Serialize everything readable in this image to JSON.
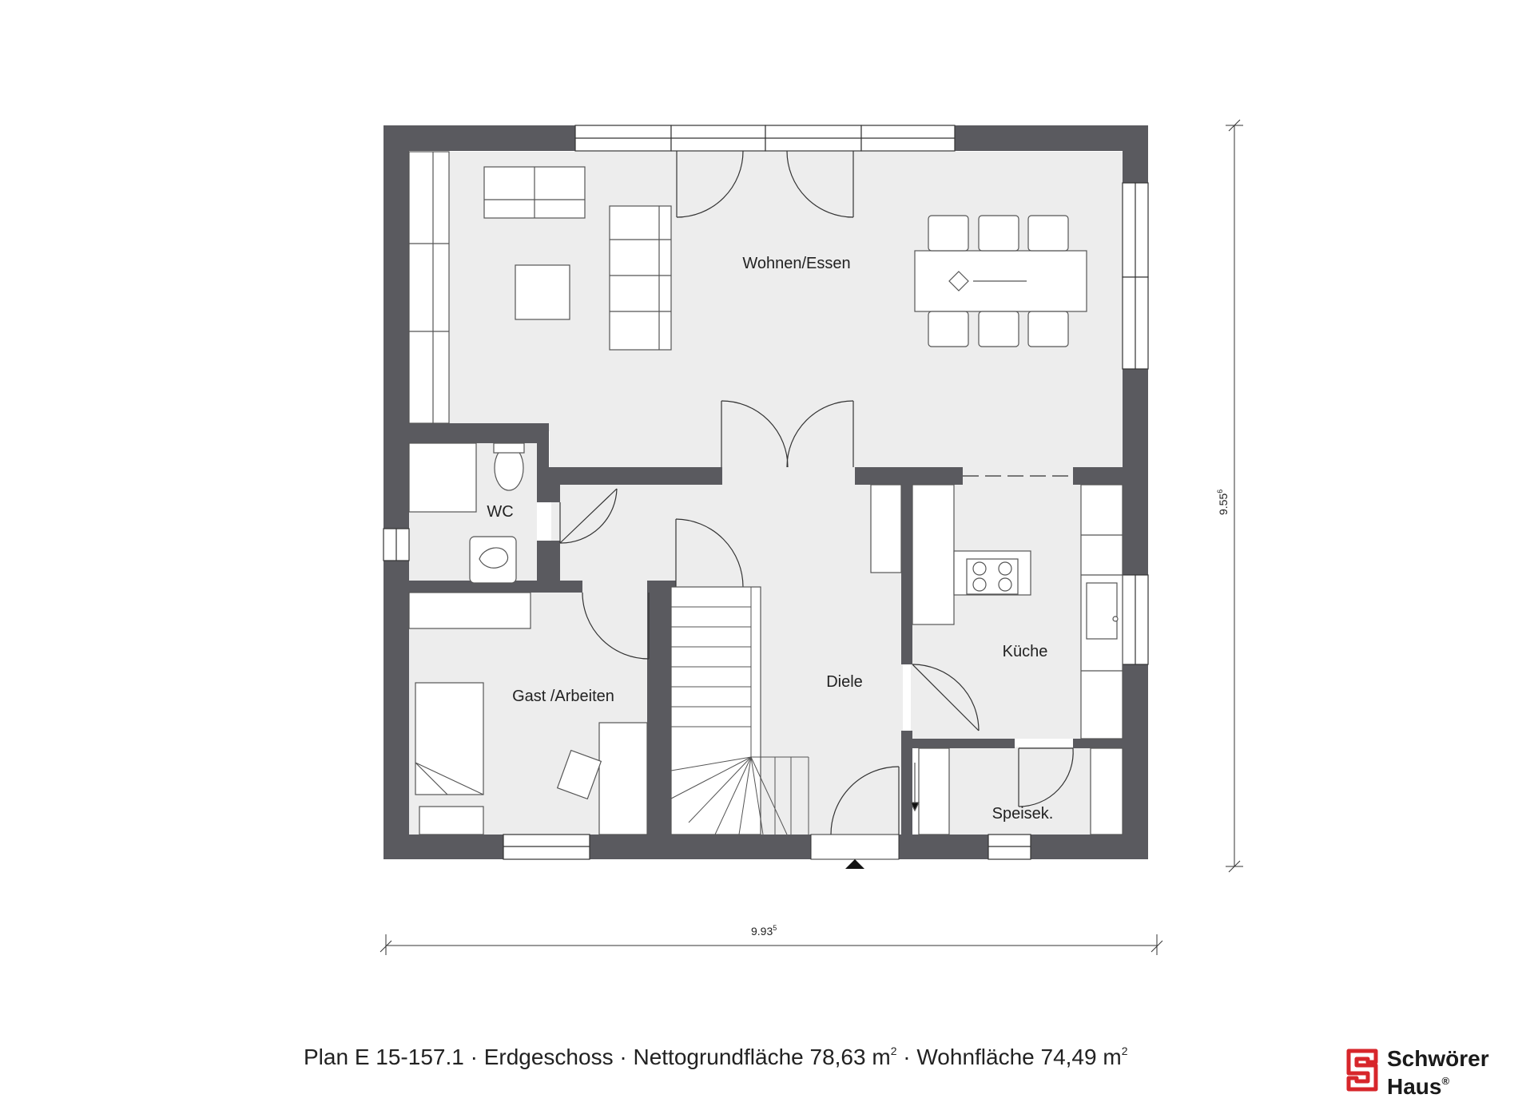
{
  "rooms": {
    "wohnen": "Wohnen/Essen",
    "wc": "WC",
    "gast": "Gast /Arbeiten",
    "diele": "Diele",
    "kueche": "Küche",
    "speise": "Speisek."
  },
  "dimensions": {
    "width_main": "9.93",
    "width_sup": "5",
    "height_main": "9.55",
    "height_sup": "6"
  },
  "caption": {
    "plan": "Plan E 15-157.1",
    "floor": "Erdgeschoss",
    "netto_label": "Nettogrundfläche 78,63 m",
    "wohn_label": "Wohnfläche 74,49 m",
    "sep": " · ",
    "sup": "2"
  },
  "brand": {
    "line1": "Schwörer",
    "line2": "Haus",
    "reg": "®",
    "color_red": "#d7262b"
  },
  "colors": {
    "wall": "#5a5a5f",
    "floor": "#ededed"
  }
}
